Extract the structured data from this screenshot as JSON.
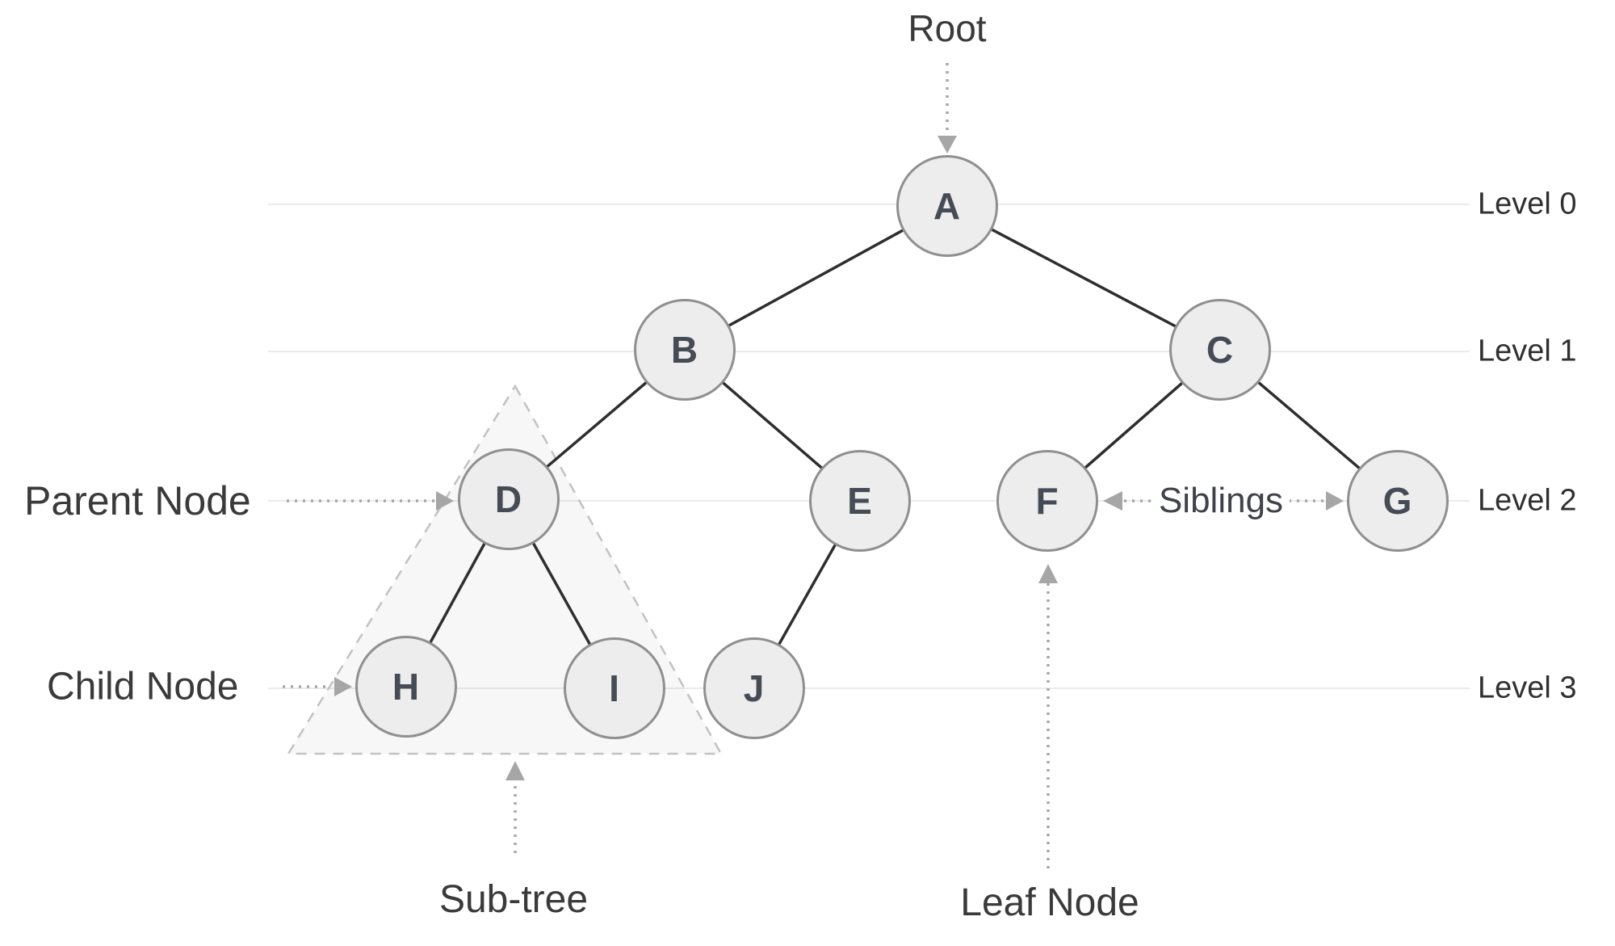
{
  "tree": {
    "nodes": [
      {
        "label": "A",
        "level": 0
      },
      {
        "label": "B",
        "level": 1
      },
      {
        "label": "C",
        "level": 1
      },
      {
        "label": "D",
        "level": 2
      },
      {
        "label": "E",
        "level": 2
      },
      {
        "label": "F",
        "level": 2
      },
      {
        "label": "G",
        "level": 2
      },
      {
        "label": "H",
        "level": 3
      },
      {
        "label": "I",
        "level": 3
      },
      {
        "label": "J",
        "level": 3
      }
    ],
    "edges": [
      [
        "A",
        "B"
      ],
      [
        "A",
        "C"
      ],
      [
        "B",
        "D"
      ],
      [
        "B",
        "E"
      ],
      [
        "C",
        "F"
      ],
      [
        "C",
        "G"
      ],
      [
        "D",
        "H"
      ],
      [
        "D",
        "I"
      ],
      [
        "E",
        "J"
      ]
    ],
    "subtree_members": [
      "D",
      "H",
      "I"
    ]
  },
  "levels": [
    {
      "label": "Level 0"
    },
    {
      "label": "Level 1"
    },
    {
      "label": "Level 2"
    },
    {
      "label": "Level 3"
    }
  ],
  "annotations": {
    "root": "Root",
    "parent_node": "Parent Node",
    "child_node": "Child Node",
    "siblings": "Siblings",
    "leaf_node": "Leaf Node",
    "subtree": "Sub-tree"
  },
  "colors": {
    "background": "#ffffff",
    "node_fill": "#ededed",
    "node_border": "#8f8f8f",
    "node_text": "#464c56",
    "edge": "#2e2e2e",
    "gridline": "#ebebeb",
    "annotation_text": "#3a3a3a",
    "arrow": "#a6a6a6",
    "subtree_outline": "#c2c2c2"
  }
}
